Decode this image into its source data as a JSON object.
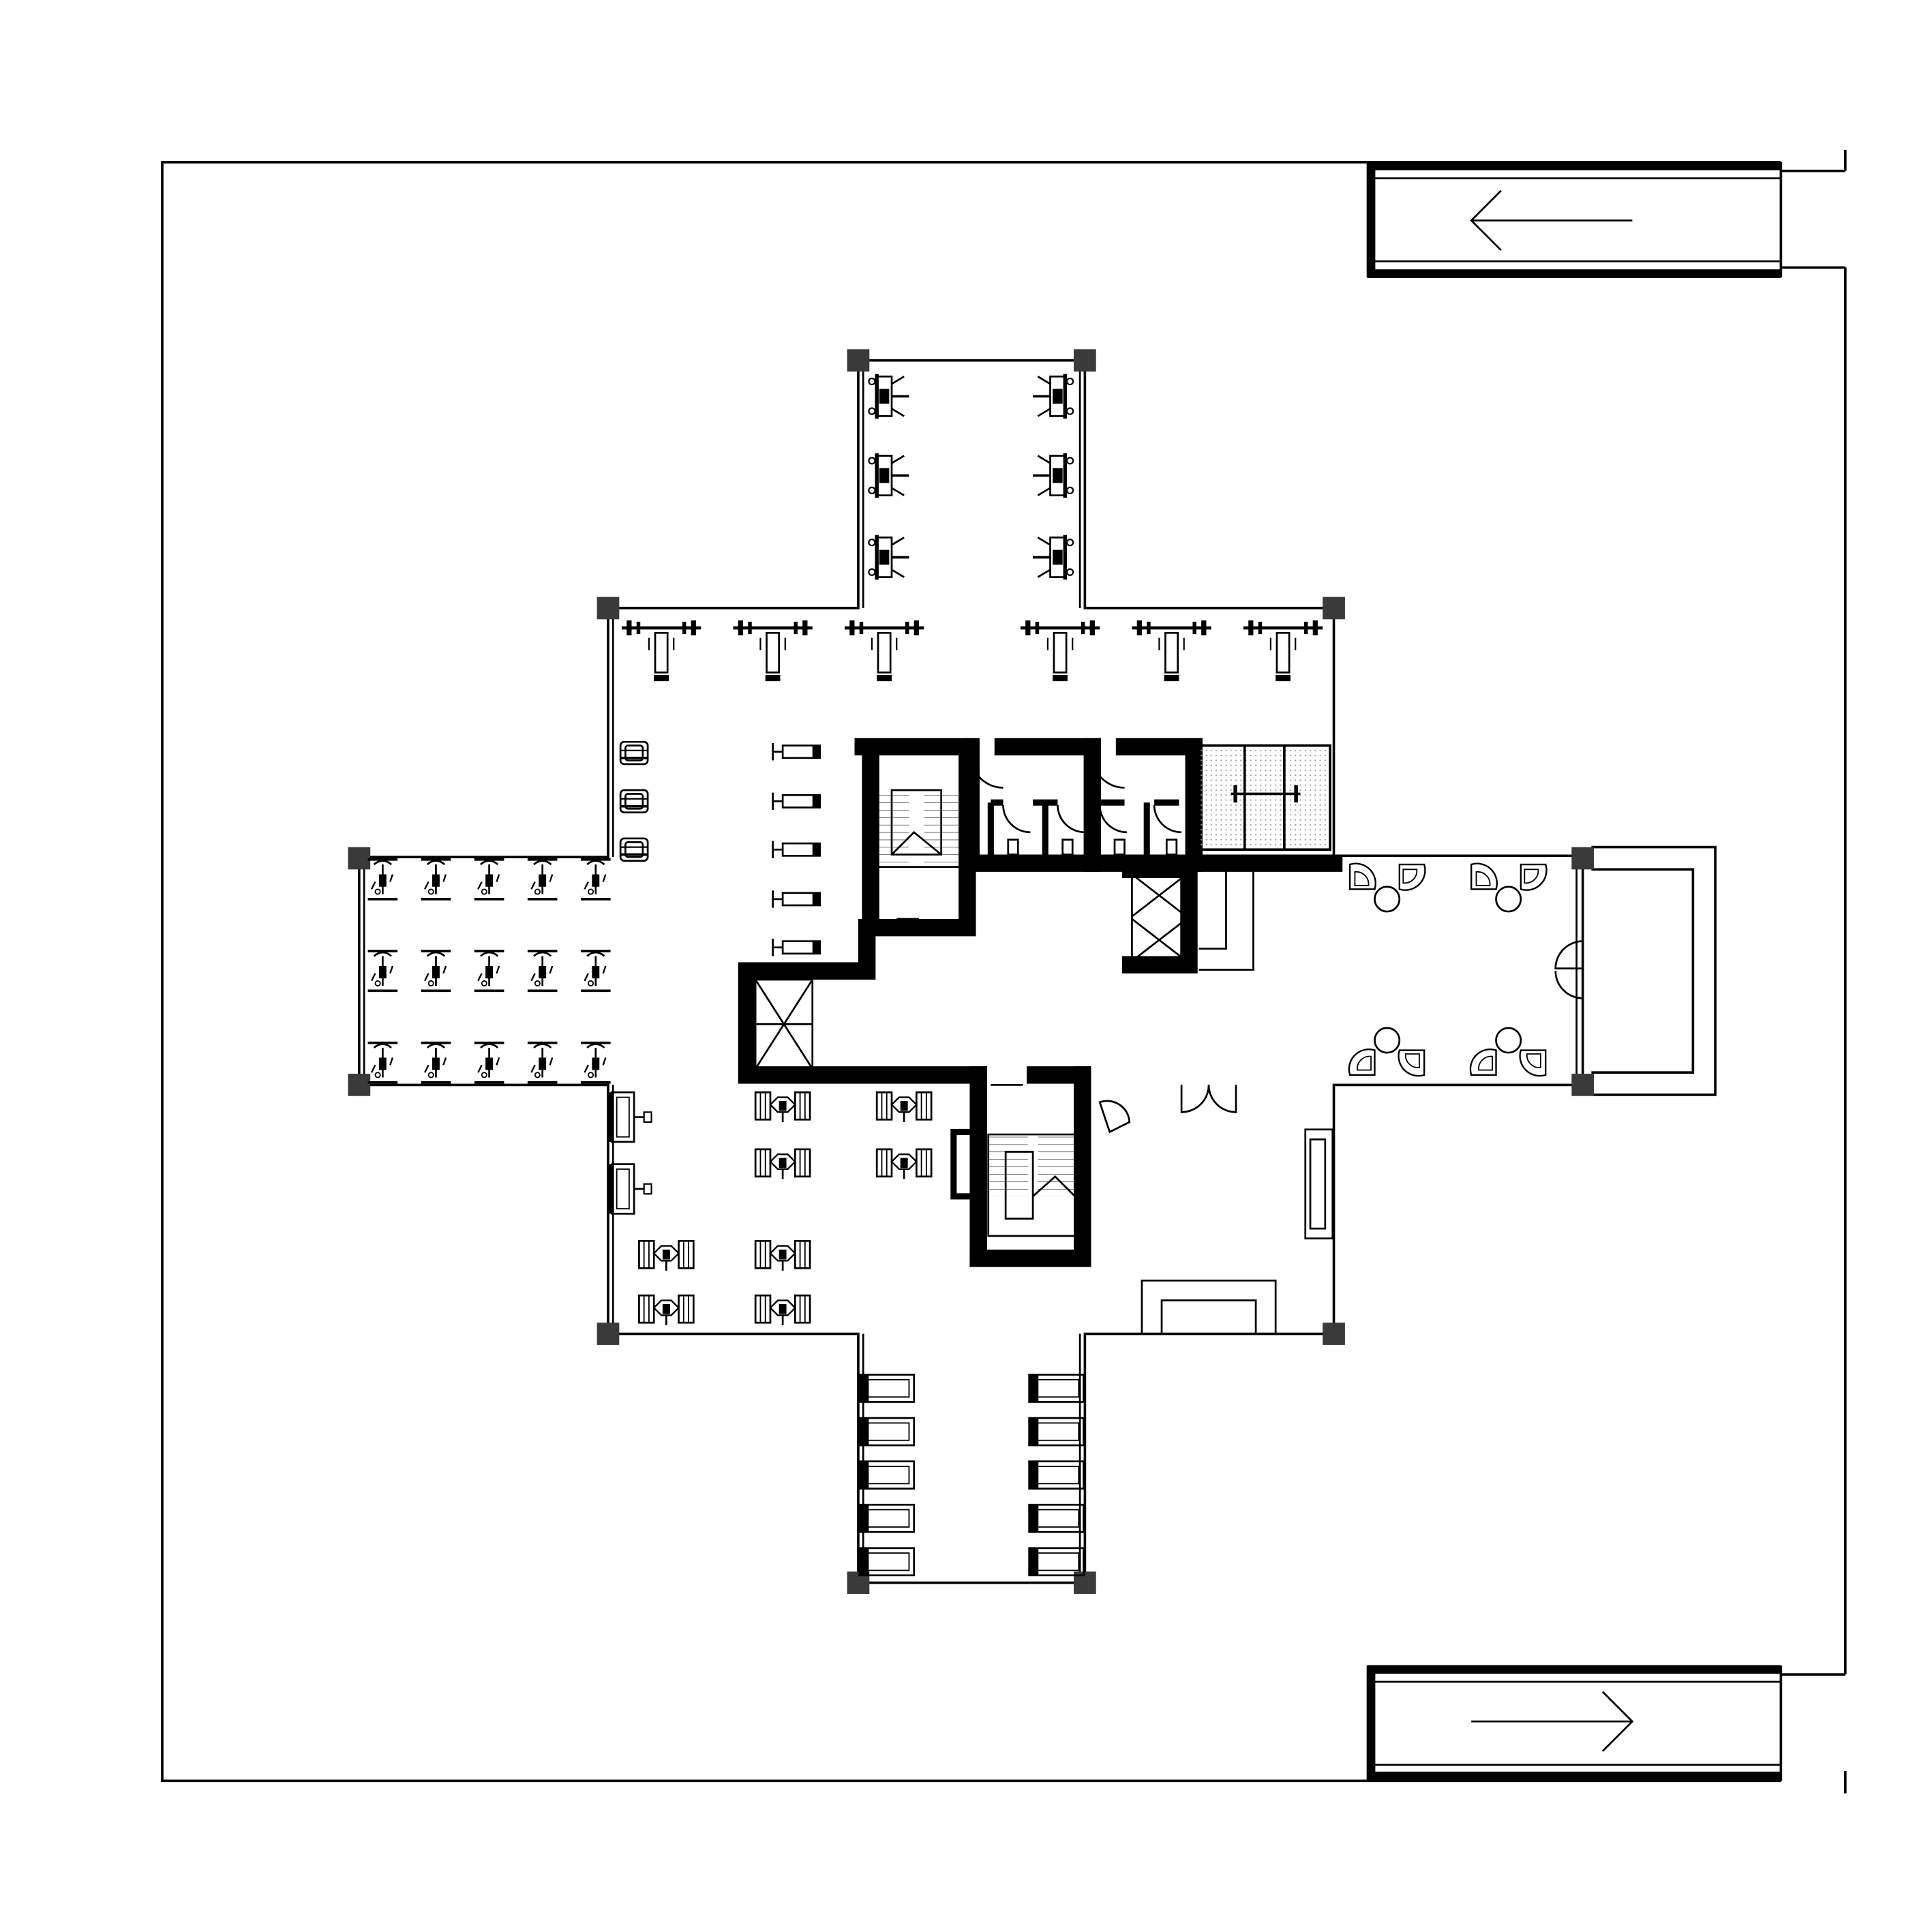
{
  "diagram": {
    "type": "architectural-floor-plan",
    "subject": "gym floor plan",
    "colors": {
      "line": "#000000",
      "column": "#3a3a3a",
      "background": "#ffffff",
      "hatch": "#999999"
    },
    "parts": [
      {
        "name": "site-boundary"
      },
      {
        "name": "entry-ramp",
        "arrow": "left"
      },
      {
        "name": "exit-ramp",
        "arrow": "right"
      },
      {
        "name": "north-wing"
      },
      {
        "name": "west-wing"
      },
      {
        "name": "south-wing"
      },
      {
        "name": "east-wing"
      },
      {
        "name": "central-hall"
      },
      {
        "name": "stair-core-north"
      },
      {
        "name": "stair-core-south"
      },
      {
        "name": "elevator-shaft"
      },
      {
        "name": "restroom-block"
      },
      {
        "name": "cafe-lounge"
      },
      {
        "name": "reception-desk"
      }
    ],
    "equipment": {
      "north_wing_machines": 6,
      "bench_press_stations": 6,
      "rowing_machines": 3,
      "weight_benches": 5,
      "spin_bikes": 15,
      "strength_machines": 8,
      "treadmills": 10,
      "lounge_tables": 4,
      "lounge_chairs": 8
    }
  }
}
